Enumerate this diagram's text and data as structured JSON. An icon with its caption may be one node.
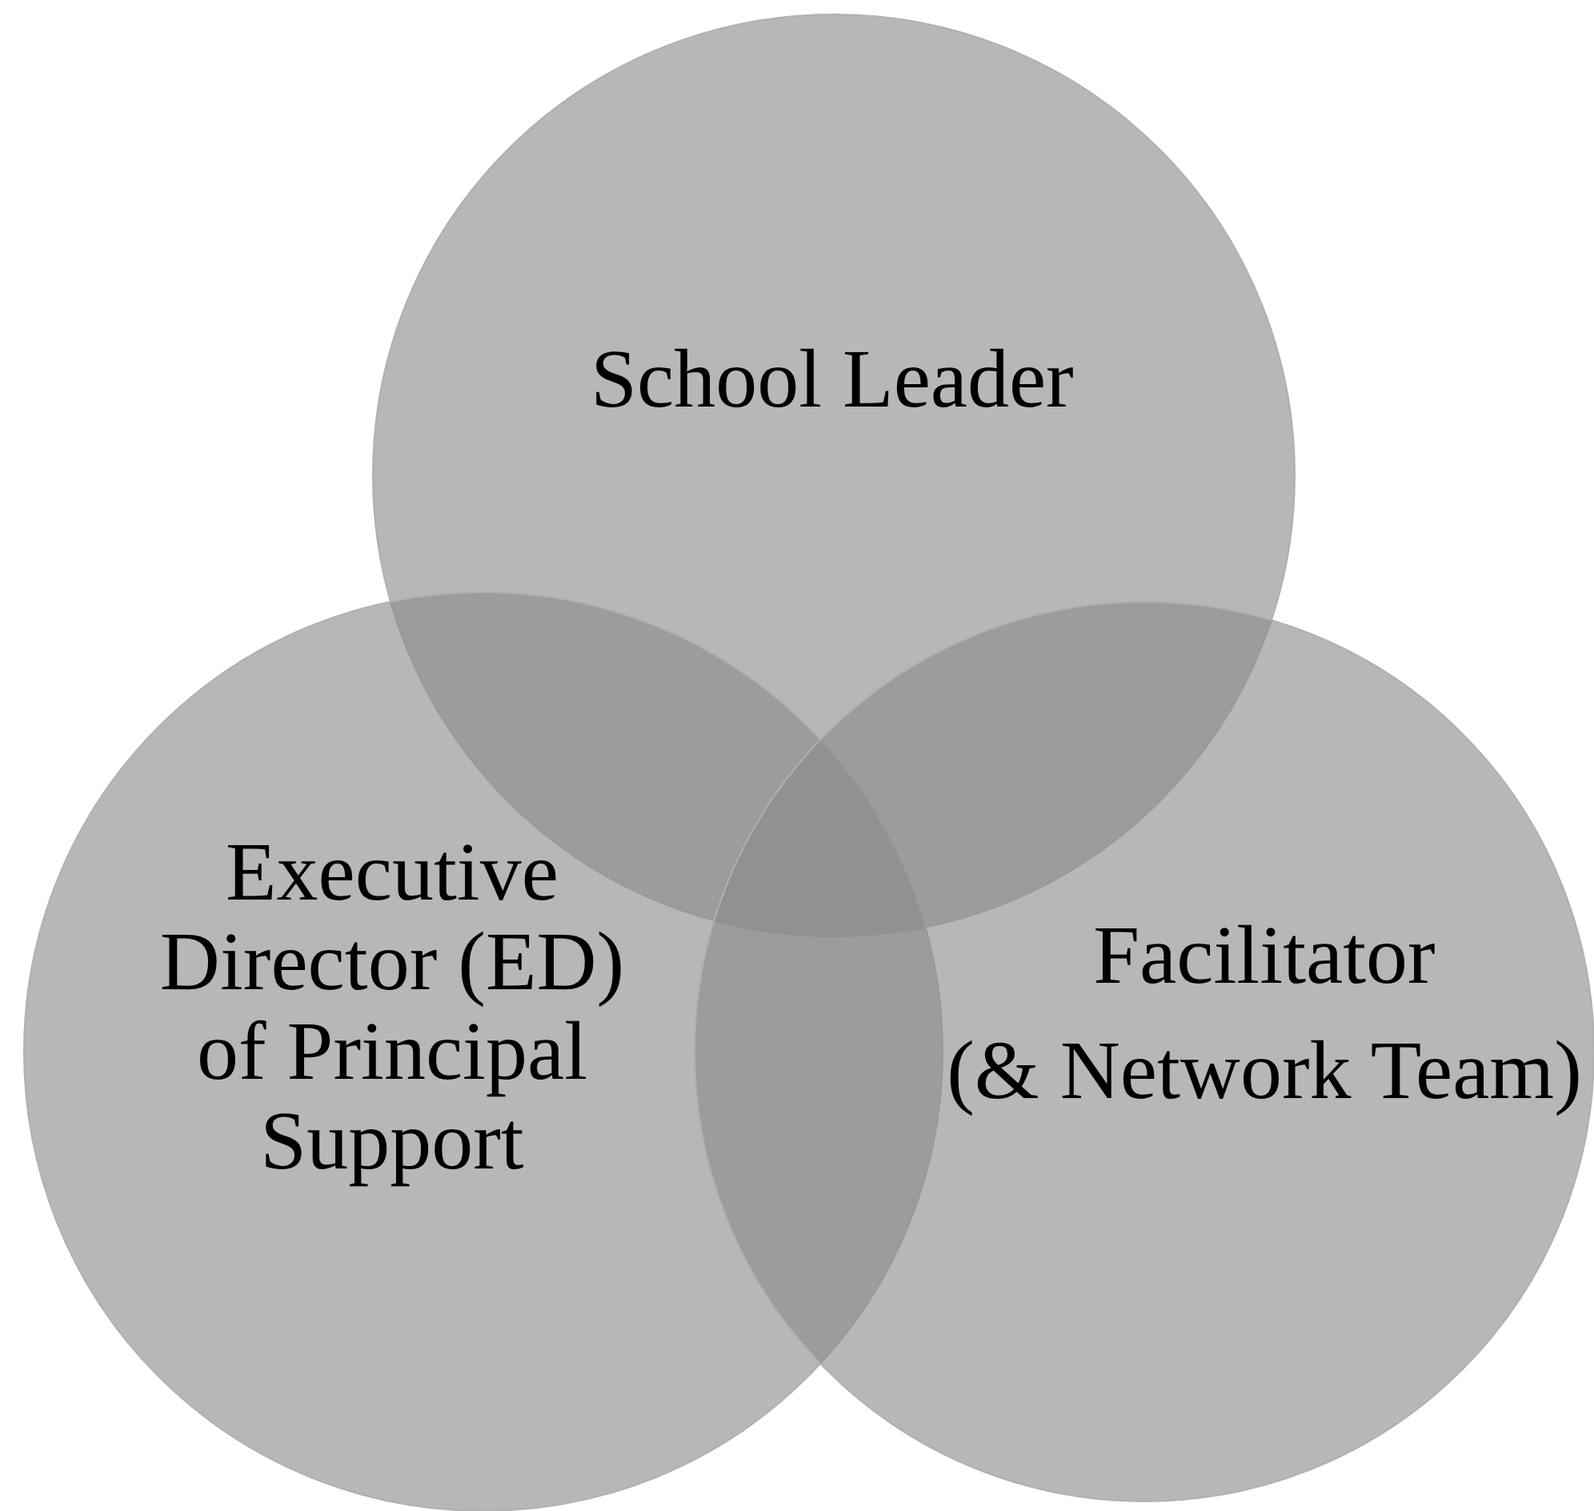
{
  "diagram": {
    "nodes": [
      {
        "text": [
          "School Leader"
        ]
      },
      {
        "text": [
          "Executive Director (ED) of Principal Support"
        ]
      },
      {
        "text": [
          "Facilitator",
          "(& Network Team)"
        ]
      }
    ],
    "edges": []
  }
}
